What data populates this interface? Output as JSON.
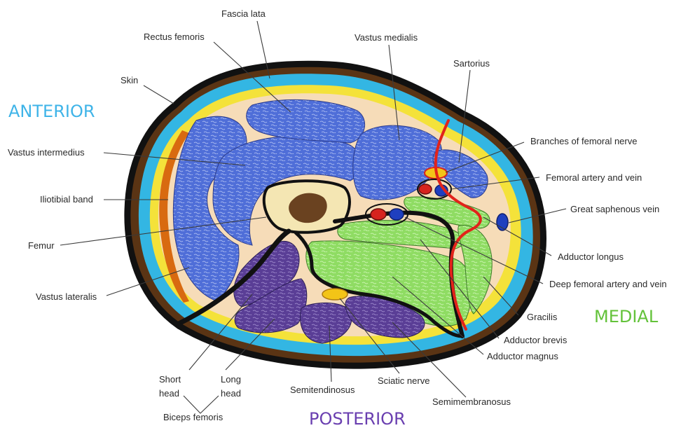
{
  "regions": {
    "anterior": "ANTERIOR",
    "posterior": "POSTERIOR",
    "medial": "MEDIAL"
  },
  "labels": {
    "fascia_lata": "Fascia lata",
    "rectus_femoris": "Rectus femoris",
    "vastus_medialis": "Vastus medialis",
    "sartorius": "Sartorius",
    "skin": "Skin",
    "branches_femoral_nerve": "Branches of femoral nerve",
    "vastus_intermedius": "Vastus intermedius",
    "femoral_artery_vein": "Femoral artery and vein",
    "iliotibial_band": "Iliotibial band",
    "great_saphenous_vein": "Great saphenous vein",
    "femur": "Femur",
    "adductor_longus": "Adductor longus",
    "vastus_lateralis": "Vastus lateralis",
    "deep_femoral": "Deep femoral artery and vein",
    "gracilis": "Gracilis",
    "adductor_brevis": "Adductor brevis",
    "adductor_magnus": "Adductor magnus",
    "short": "Short",
    "head_short": "head",
    "long": "Long",
    "head_long": "head",
    "semitendinosus": "Semitendinosus",
    "sciatic_nerve": "Sciatic nerve",
    "semimembranosus": "Semimembranosus",
    "biceps_femoris": "Biceps femoris"
  },
  "colors": {
    "anterior": "#3fb4e8",
    "posterior": "#6a3fb0",
    "medial": "#63c23a",
    "skin": "#5a3414",
    "subcutaneous": "#33b6e3",
    "fascia": "#f4e23a",
    "tissue": "#f6dcb8",
    "quadriceps": "#4f6ed8",
    "adductors": "#8fdc63",
    "hamstrings": "#5a3e96",
    "itband": "#d86a10",
    "femur_cortex": "#f4e6b3",
    "marrow": "#6a4220",
    "artery": "#d6231e",
    "vein": "#1f3fbf",
    "nerve": "#f3c417"
  }
}
